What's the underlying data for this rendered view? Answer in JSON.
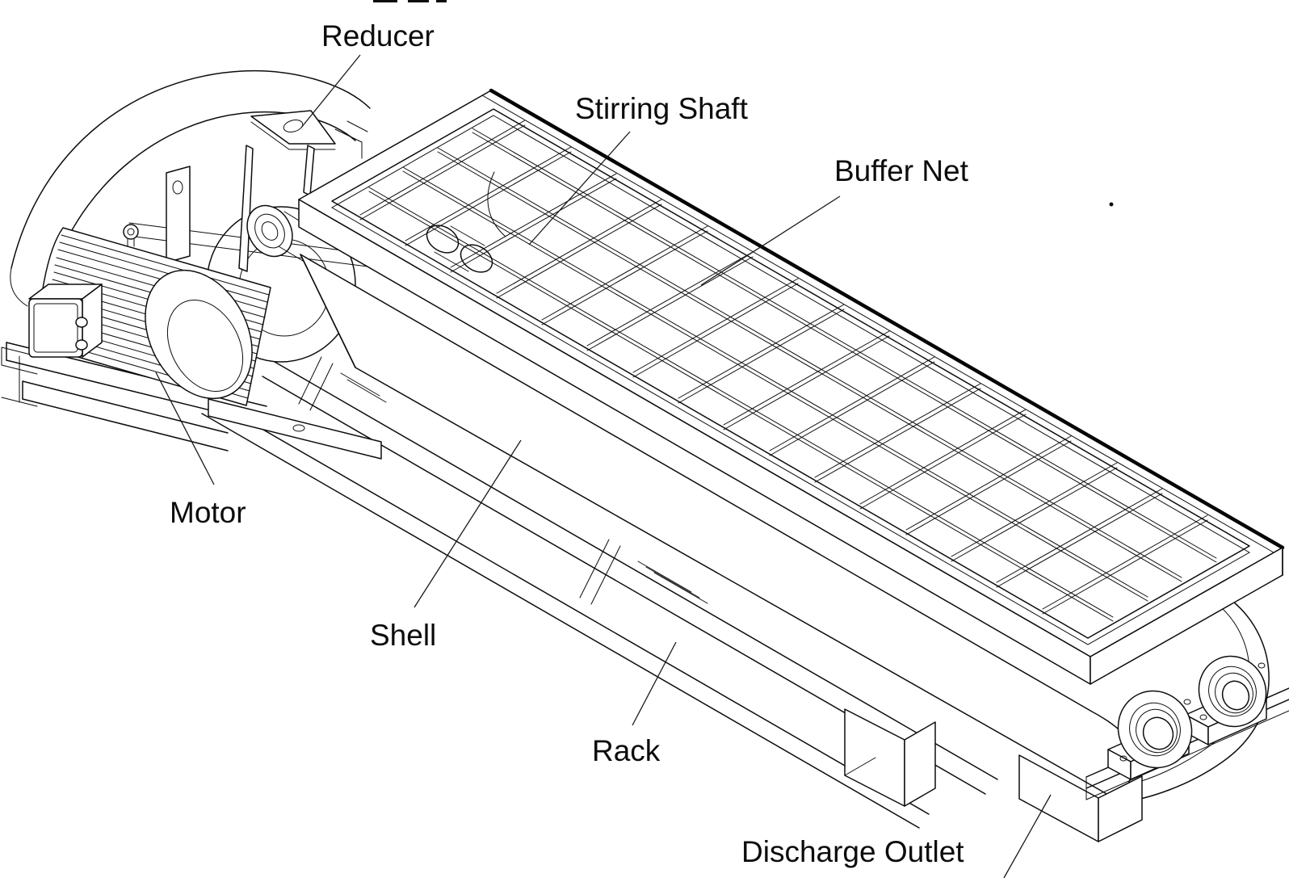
{
  "diagram": {
    "type": "isometric-technical-illustration",
    "subject": "Paddle mixer / screw conveyor machine part diagram",
    "colors": {
      "line": "#0d0d0d",
      "background": "#ffffff"
    },
    "labels": {
      "reducer": "Reducer",
      "stirring_shaft": "Stirring Shaft",
      "buffer_net": "Buffer Net",
      "motor": "Motor",
      "shell": "Shell",
      "rack": "Rack",
      "discharge_outlet": "Discharge Outlet"
    },
    "parts": [
      {
        "name": "Reducer",
        "description": "gear reducer housing at top left"
      },
      {
        "name": "Stirring Shaft",
        "description": "shaft visible under the buffer net"
      },
      {
        "name": "Buffer Net",
        "description": "protective grid covering the trough"
      },
      {
        "name": "Motor",
        "description": "finned electric motor at left"
      },
      {
        "name": "Shell",
        "description": "U-shaped trough body"
      },
      {
        "name": "Rack",
        "description": "support frame under the shell"
      },
      {
        "name": "Discharge Outlet",
        "description": "outlet box at lower right"
      }
    ]
  }
}
